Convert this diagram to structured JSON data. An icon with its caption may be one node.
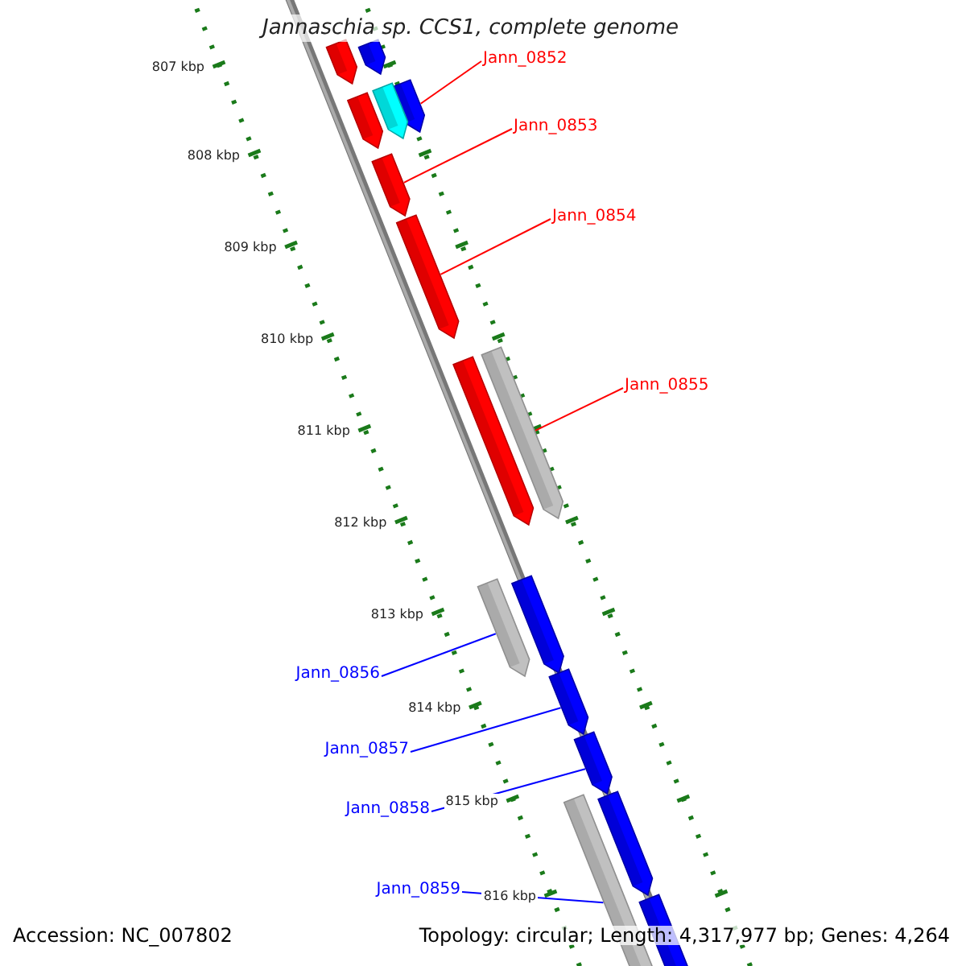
{
  "diagram": {
    "title": "Jannaschia sp. CCS1, complete genome",
    "nodes": [
      {
        "text": [
          "Jann_0852"
        ]
      },
      {
        "text": [
          "Jann_0853"
        ]
      },
      {
        "text": [
          "Jann_0854"
        ]
      },
      {
        "text": [
          "Jann_0855"
        ]
      },
      {
        "text": [
          "Jann_0856"
        ]
      },
      {
        "text": [
          "Jann_0857"
        ]
      },
      {
        "text": [
          "Jann_0858"
        ]
      },
      {
        "text": [
          "Jann_0859"
        ]
      },
      {
        "text": [],
        "shape": "bar"
      },
      {
        "text": [],
        "shape": "bar"
      },
      {
        "text": [],
        "shape": "bar"
      },
      {
        "text": [],
        "shape": "bar"
      },
      {
        "text": [],
        "shape": "bar"
      },
      {
        "text": [],
        "shape": "bar"
      },
      {
        "text": [],
        "shape": "bar"
      },
      {
        "text": [],
        "shape": "bar"
      },
      {
        "text": [],
        "shape": "bar"
      },
      {
        "text": [],
        "shape": "bar"
      },
      {
        "text": [],
        "shape": "bar"
      },
      {
        "text": [],
        "shape": "bar"
      },
      {
        "text": [],
        "shape": "bar"
      },
      {
        "text": [],
        "shape": "bar"
      },
      {
        "text": [],
        "shape": "bar"
      },
      {
        "text": [],
        "shape": "bar"
      }
    ],
    "edges": [
      {
        "from": 0,
        "to": 10,
        "arrow": "none",
        "color": "#ff0000"
      },
      {
        "from": 1,
        "to": 13,
        "arrow": "none",
        "color": "#ff0000"
      },
      {
        "from": 2,
        "to": 14,
        "arrow": "none",
        "color": "#ff0000"
      },
      {
        "from": 3,
        "to": 15,
        "arrow": "none",
        "color": "#ff0000"
      },
      {
        "from": 4,
        "to": 18,
        "arrow": "none",
        "color": "#0000ff"
      },
      {
        "from": 5,
        "to": 19,
        "arrow": "none",
        "color": "#0000ff"
      },
      {
        "from": 6,
        "to": 20,
        "arrow": "none",
        "color": "#0000ff"
      },
      {
        "from": 7,
        "to": 22,
        "arrow": "none",
        "color": "#0000ff"
      }
    ],
    "labels": [
      "807 kbp",
      "808 kbp",
      "809 kbp",
      "810 kbp",
      "811 kbp",
      "812 kbp",
      "813 kbp",
      "814 kbp",
      "815 kbp",
      "816 kbp",
      "Accession: NC_007802",
      "Topology: circular; Length: 4,317,977 bp; Genes: 4,264"
    ]
  }
}
